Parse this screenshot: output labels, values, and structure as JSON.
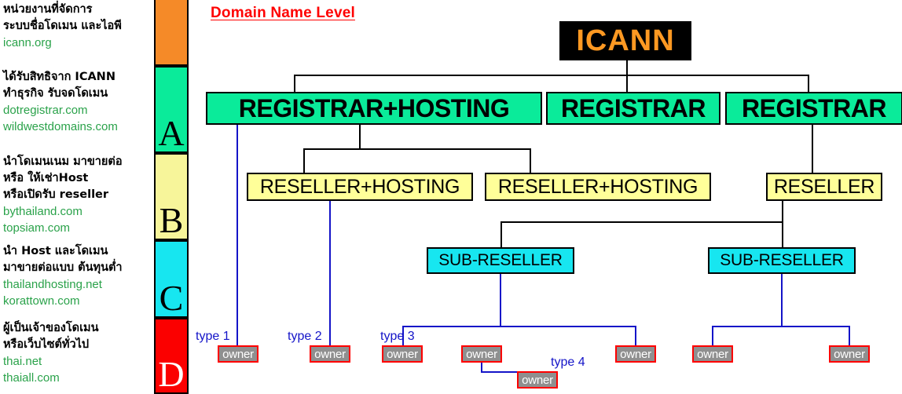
{
  "title": "Domain Name Level",
  "colors": {
    "title": "#ff0000",
    "icann_bg": "#000000",
    "icann_fg": "#ff9922",
    "registrar_bg": "#0aeb9a",
    "reseller_bg": "#ffff99",
    "subreseller_bg": "#17e6f0",
    "owner_bg": "#8f8f8f",
    "owner_border": "#ff0000",
    "connector_black": "#000000",
    "connector_blue": "#1414c8",
    "domain_text": "#2aa24a"
  },
  "panel": {
    "groups": [
      {
        "key": "icann",
        "lines": [
          "หน่วยงานที่จัดการ",
          "ระบบชื่อโดเมน และไอพี"
        ],
        "domains": [
          "icann.org"
        ]
      },
      {
        "key": "registrar",
        "lines": [
          "ได้รับสิทธิจาก ICANN",
          "ทำธุรกิจ รับจดโดเมน"
        ],
        "domains": [
          "dotregistrar.com",
          "wildwestdomains.com"
        ]
      },
      {
        "key": "reseller",
        "lines": [
          "นำโดเมนเนม มาขายต่อ",
          "หรือ ให้เช่าHost",
          "หรือเปิดรับ reseller"
        ],
        "domains": [
          "bythailand.com",
          "topsiam.com"
        ]
      },
      {
        "key": "subreseller",
        "lines": [
          "นำ Host และโดเมน",
          "มาขายต่อแบบ ต้นทุนต่ำ"
        ],
        "domains": [
          "thailandhosting.net",
          "korattown.com"
        ]
      },
      {
        "key": "owner",
        "lines": [
          "ผู้เป็นเจ้าของโดเมน",
          "หรือเว็บไซต์ทั่วไป"
        ],
        "domains": [
          "thai.net",
          "thaiall.com"
        ]
      }
    ],
    "bands": [
      {
        "letter": "",
        "color": "#f58a28",
        "letter_color": "#000000"
      },
      {
        "letter": "A",
        "color": "#0aeb9a",
        "letter_color": "#000000"
      },
      {
        "letter": "B",
        "color": "#f7f59a",
        "letter_color": "#000000"
      },
      {
        "letter": "C",
        "color": "#17e6f0",
        "letter_color": "#000000"
      },
      {
        "letter": "D",
        "color": "#fb0000",
        "letter_color": "#ffffff"
      }
    ]
  },
  "diagram": {
    "icann": "ICANN",
    "registrars": [
      "REGISTRAR+HOSTING",
      "REGISTRAR",
      "REGISTRAR"
    ],
    "resellers": [
      "RESELLER+HOSTING",
      "RESELLER+HOSTING",
      "RESELLER"
    ],
    "subresellers": [
      "SUB-RESELLER",
      "SUB-RESELLER"
    ],
    "owners": [
      "owner",
      "owner",
      "owner",
      "owner",
      "owner",
      "owner",
      "owner",
      "owner"
    ],
    "type_labels": [
      "type 1",
      "type 2",
      "type 3",
      "type 4"
    ]
  }
}
